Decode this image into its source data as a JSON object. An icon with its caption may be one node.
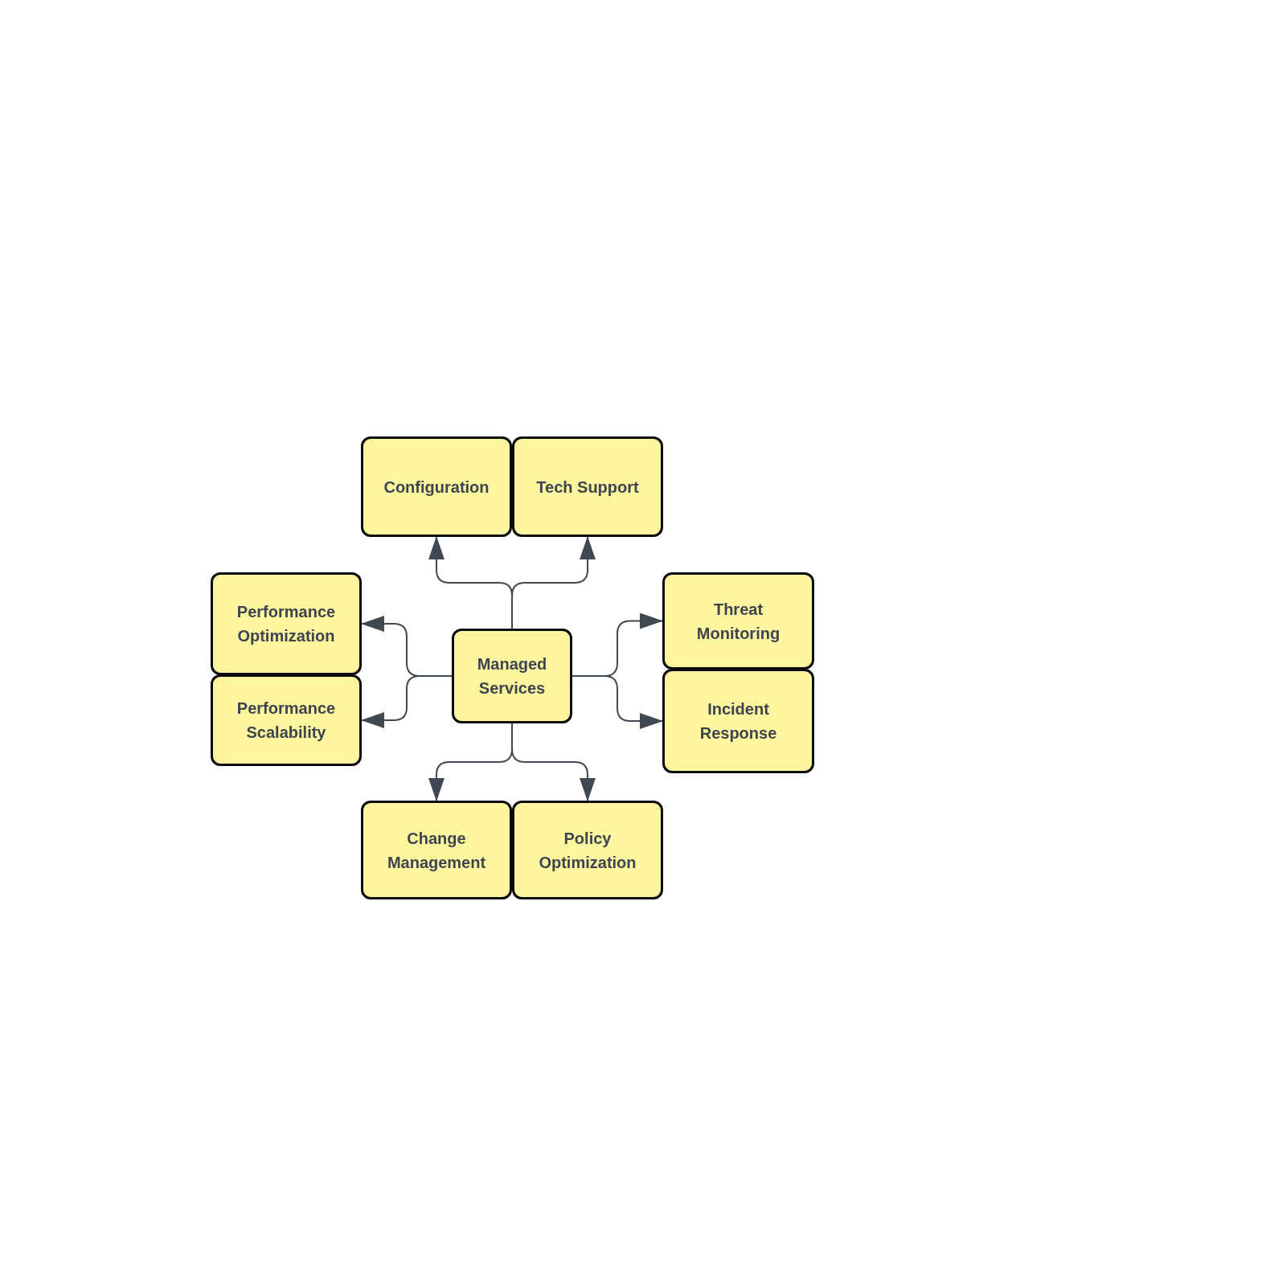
{
  "diagram": {
    "nodes": [
      {
        "text": [
          "Configuration"
        ]
      },
      {
        "text": [
          "Tech Support"
        ]
      },
      {
        "text": [
          "Performance Optimization"
        ]
      },
      {
        "text": [
          "Managed Services"
        ]
      },
      {
        "text": [
          "Threat Monitoring"
        ]
      },
      {
        "text": [
          "Performance Scalability"
        ]
      },
      {
        "text": [
          "Incident Response"
        ]
      },
      {
        "text": [
          "Change Management"
        ]
      },
      {
        "text": [
          "Policy Optimization"
        ]
      }
    ],
    "edges": [
      {
        "from": 3,
        "to": 0,
        "arrow": "to"
      },
      {
        "from": 3,
        "to": 1,
        "arrow": "to"
      },
      {
        "from": 3,
        "to": 2,
        "arrow": "to"
      },
      {
        "from": 3,
        "to": 5,
        "arrow": "to"
      },
      {
        "from": 3,
        "to": 4,
        "arrow": "to"
      },
      {
        "from": 3,
        "to": 6,
        "arrow": "to"
      },
      {
        "from": 3,
        "to": 7,
        "arrow": "to"
      },
      {
        "from": 3,
        "to": 8,
        "arrow": "to"
      }
    ]
  }
}
